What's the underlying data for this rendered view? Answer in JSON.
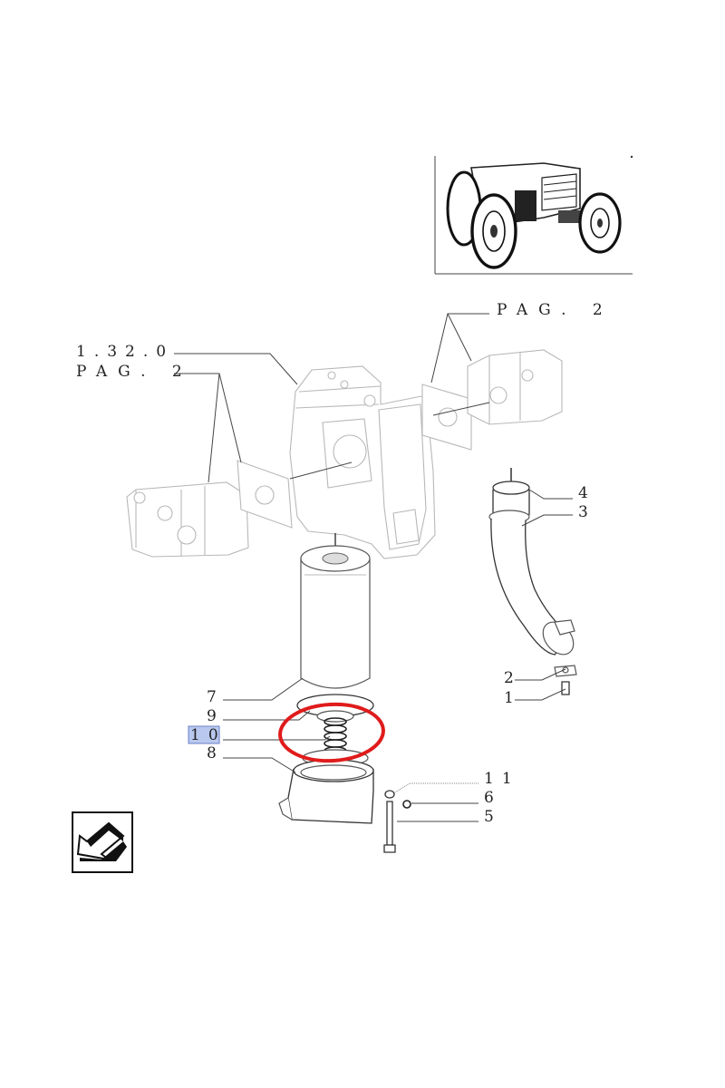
{
  "callouts": {
    "ref_1_32_0": "1.32.0",
    "pag_left": "PAG. 2",
    "pag_right": "PAG. 2",
    "part_1": "1",
    "part_2": "2",
    "part_3": "3",
    "part_4": "4",
    "part_5": "5",
    "part_6": "6",
    "part_7": "7",
    "part_8": "8",
    "part_9": "9",
    "part_10": "10",
    "part_11": "11"
  },
  "highlight": {
    "selected_part": "10",
    "ring_color": "#e01b1b",
    "label_bg_color": "#b9c8ee"
  },
  "icons": {
    "thumbnail": "tractor-thumbnail-icon",
    "navigation": "back-arrow-icon"
  }
}
